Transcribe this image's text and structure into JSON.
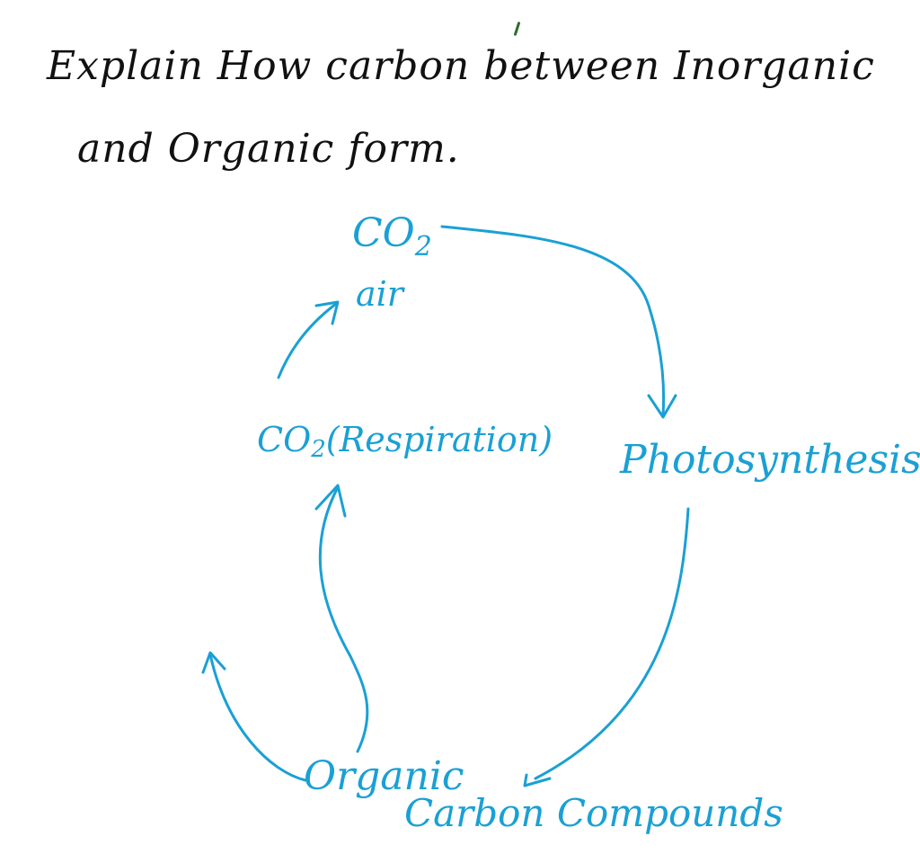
{
  "question": {
    "line1": "Explain How carbon between Inorganic",
    "line2": "and Organic form."
  },
  "diagram": {
    "co2_air_main": "CO",
    "co2_air_sub": "2",
    "co2_air_place": "air",
    "respiration_main": "CO",
    "respiration_sub": "2",
    "respiration_rest": "(Respiration)",
    "photosynthesis": "Photosynthesis",
    "organic": "Organic",
    "carbon_compounds": "Carbon Compounds"
  },
  "colors": {
    "ink": "#111111",
    "diagram": "#1aa0d4",
    "tick": "#2e6b2e"
  }
}
